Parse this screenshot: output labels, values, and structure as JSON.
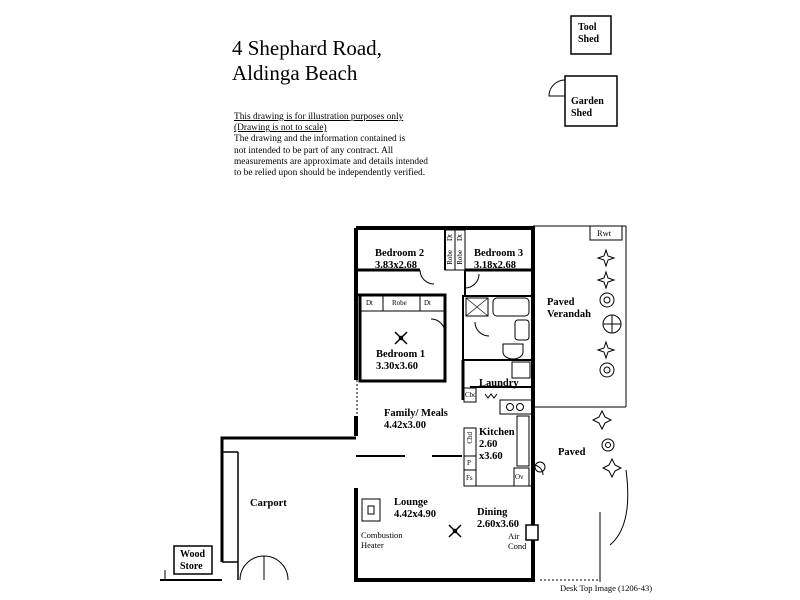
{
  "address": {
    "line1": "4 Shephard Road,",
    "line2": "Aldinga Beach"
  },
  "disclaimer": {
    "line1": "This drawing is for illustration purposes only",
    "line2": "(Drawing is not to scale)",
    "line3": "The drawing and the information contained is",
    "line4": "not intended to be part of any contract.  All",
    "line5": "measurements are approximate and details intended",
    "line6": "to be relied upon should be independently verified."
  },
  "outbuildings": {
    "tool_shed": {
      "line1": "Tool",
      "line2": "Shed"
    },
    "garden_shed": {
      "line1": "Garden",
      "line2": "Shed"
    },
    "rwt": "Rwt",
    "wood_store": {
      "line1": "Wood",
      "line2": "Store"
    }
  },
  "rooms": {
    "bedroom2": {
      "name": "Bedroom 2",
      "size": "3.83x2.68"
    },
    "bedroom3": {
      "name": "Bedroom 3",
      "size": "3.18x2.68"
    },
    "bedroom1": {
      "name": "Bedroom 1",
      "size": "3.30x3.60"
    },
    "family": {
      "name": "Family/ Meals",
      "size": "4.42x3.00"
    },
    "kitchen": {
      "name": "Kitchen",
      "size1": "2.60",
      "size2": "x3.60"
    },
    "lounge": {
      "name": "Lounge",
      "size": "4.42x4.90"
    },
    "dining": {
      "name": "Dining",
      "size": "2.60x3.60"
    },
    "laundry": {
      "name": "Laundry"
    },
    "carport": {
      "name": "Carport"
    },
    "verandah": {
      "line1": "Paved",
      "line2": "Verandah"
    },
    "paved": {
      "name": "Paved"
    }
  },
  "fixtures": {
    "dt": "Dt",
    "robe": "Robe",
    "cbd": "Cbd",
    "chd": "Chd",
    "p": "P",
    "fs": "Fs",
    "ov": "Ov",
    "combustion_heater": {
      "line1": "Combustion",
      "line2": "Heater"
    },
    "air_cond": {
      "line1": "Air",
      "line2": "Cond"
    }
  },
  "footer": "Desk Top Image (1206-43)"
}
